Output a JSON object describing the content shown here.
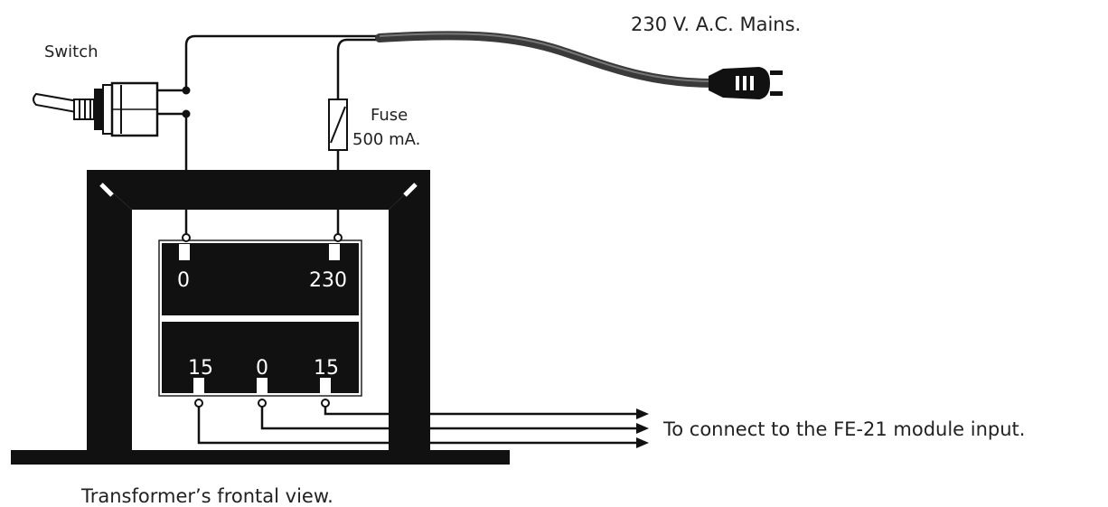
{
  "labels": {
    "switch": "Switch",
    "mains": "230 V. A.C. Mains.",
    "fuse_line1": "Fuse",
    "fuse_line2": "500 mA.",
    "primary_left": "0",
    "primary_right": "230",
    "secondary_left": "15",
    "secondary_mid": "0",
    "secondary_right": "15",
    "output": "To connect to the FE-21 module input.",
    "caption": "Transformer’s frontal view."
  }
}
